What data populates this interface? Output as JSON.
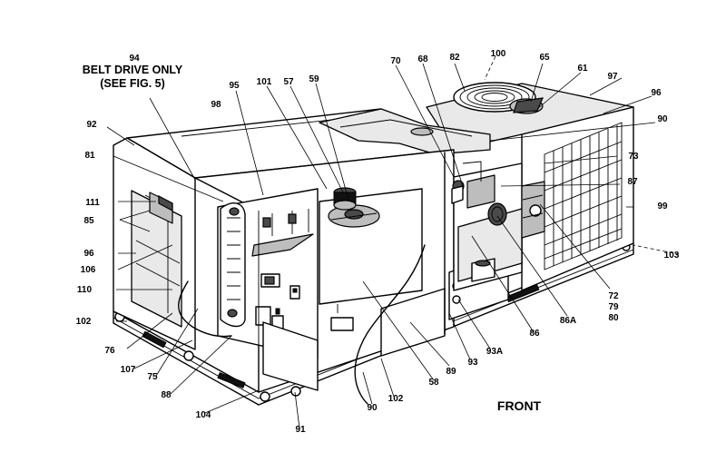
{
  "title_lines": [
    "94",
    "BELT DRIVE ONLY",
    "(SEE FIG. 5)"
  ],
  "front_label": "FRONT",
  "callouts": {
    "c100": "100",
    "c82": "82",
    "c65": "65",
    "c61": "61",
    "c97": "97",
    "c96": "96",
    "c70": "70",
    "c68": "68",
    "c57": "57",
    "c59": "59",
    "c101": "101",
    "c95": "95",
    "c98": "98",
    "c92": "92",
    "c81": "81",
    "c111": "111",
    "c85": "85",
    "c90a": "90",
    "c73": "73",
    "c87": "87",
    "c99": "99",
    "c96b": "96",
    "c106": "106",
    "c110": "110",
    "c103": "103",
    "c102a": "102",
    "c72": "72",
    "c79": "79",
    "c80": "80",
    "c76": "76",
    "c86": "86",
    "c86a": "86A",
    "c107": "107",
    "c75": "75",
    "c88": "88",
    "c93a": "93A",
    "c93": "93",
    "c89": "89",
    "c58": "58",
    "c102b": "102",
    "c104": "104",
    "c90b": "90",
    "c91": "91"
  }
}
